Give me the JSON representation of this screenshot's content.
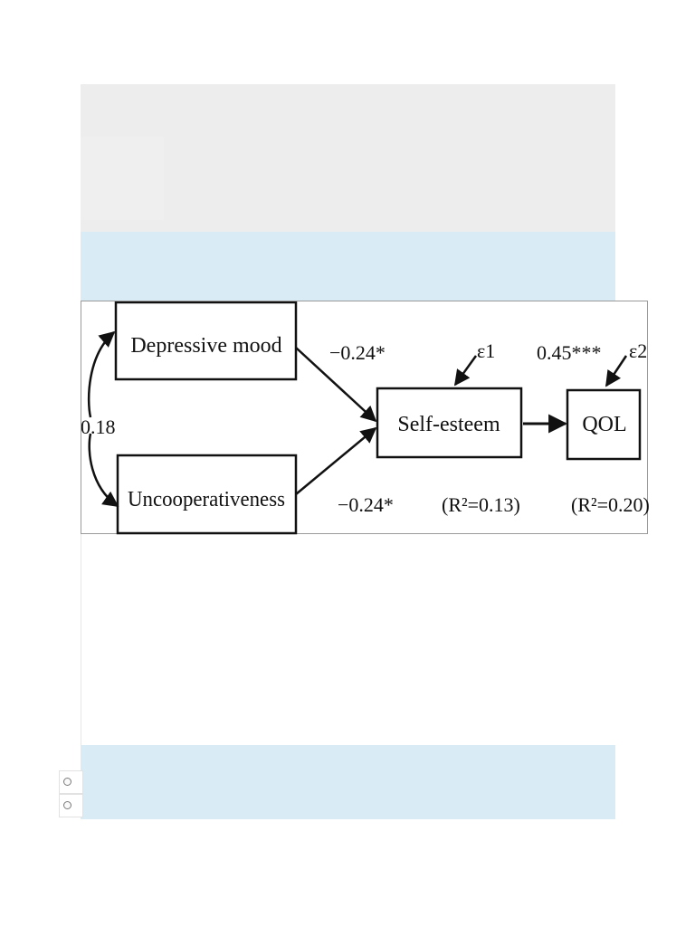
{
  "diagram": {
    "nodes": {
      "depressive_mood": "Depressive mood",
      "uncooperativeness": "Uncooperativeness",
      "self_esteem": "Self-esteem",
      "qol": "QOL"
    },
    "covariance_label": "0.18",
    "path_dep_to_se": "−0.24*",
    "path_unc_to_se": "−0.24*",
    "path_se_to_qol": "0.45***",
    "error_se": "ε1",
    "error_qol": "ε2",
    "r2_se": "(R²=0.13)",
    "r2_qol": "(R²=0.20)"
  },
  "options": [
    {
      "selected": false
    },
    {
      "selected": false
    }
  ]
}
